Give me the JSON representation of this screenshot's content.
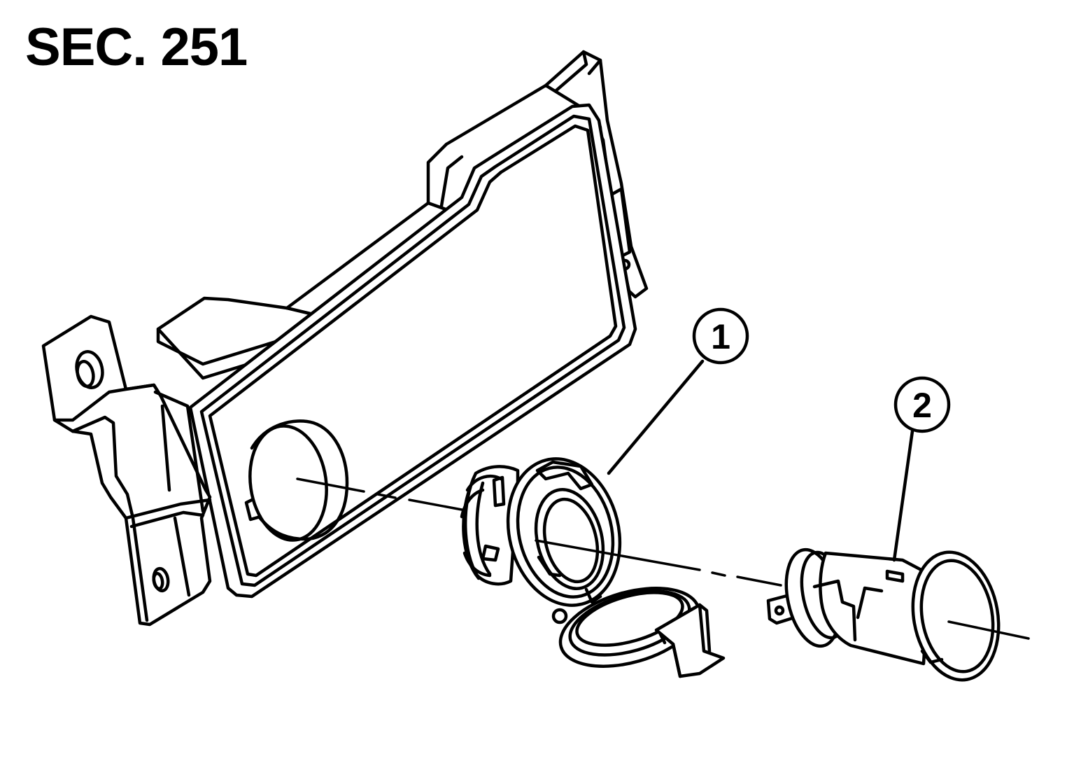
{
  "title": "SEC. 251",
  "callouts": [
    {
      "label": "1"
    },
    {
      "label": "2"
    }
  ],
  "colors": {
    "line": "#000000",
    "background": "#ffffff"
  }
}
